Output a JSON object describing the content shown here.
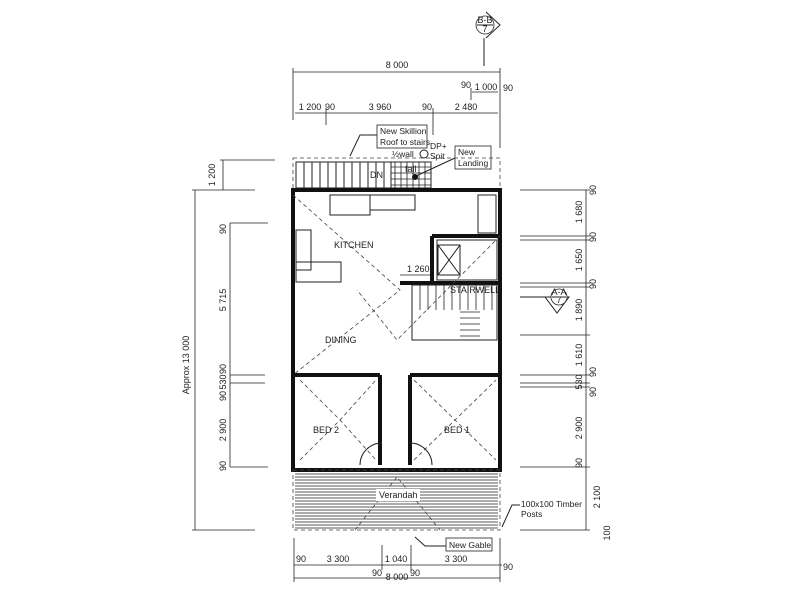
{
  "section_markers": {
    "bb": {
      "top": "B-B",
      "bottom": "7"
    },
    "aa": {
      "top": "A-A",
      "bottom": "7"
    }
  },
  "top_dimensions": {
    "overall": "8 000",
    "upper_right": [
      "90",
      "1 000",
      "90"
    ],
    "row": [
      "1 200",
      "90",
      "3 960",
      "90",
      "2 480"
    ]
  },
  "left_dimensions": {
    "stair_depth": "1 200",
    "overall": "Approx   13 000",
    "inner": [
      "90",
      "5 715",
      "90",
      "530",
      "90",
      "2 900",
      "90"
    ]
  },
  "right_dimensions": [
    "90",
    "1 680",
    "90",
    "1 650",
    "90",
    "1 890",
    "1 610",
    "90",
    "530",
    "90",
    "2 900",
    "90",
    "2 100",
    "100"
  ],
  "bottom_dimensions": {
    "row": [
      "90",
      "3 300",
      "90",
      "1 040",
      "90",
      "3 300",
      "90"
    ],
    "overall": "8 000"
  },
  "annotations": {
    "skillion": [
      "New Skillion",
      "Roof to stairs"
    ],
    "half_wall": "½wall",
    "dp": [
      "DP+",
      "Spit"
    ],
    "landing": [
      "New",
      "Landing"
    ],
    "fall": "fall",
    "dn": "DN",
    "timber_posts": [
      "100x100 Timber",
      "Posts"
    ],
    "gable": "New Gable",
    "kitchen_dim": "1 260"
  },
  "rooms": {
    "kitchen": "KITCHEN",
    "dining": "DINING",
    "stairwell": "STAIRWELL",
    "bed1": "BED 1",
    "bed2": "BED 2",
    "verandah": "Verandah"
  }
}
